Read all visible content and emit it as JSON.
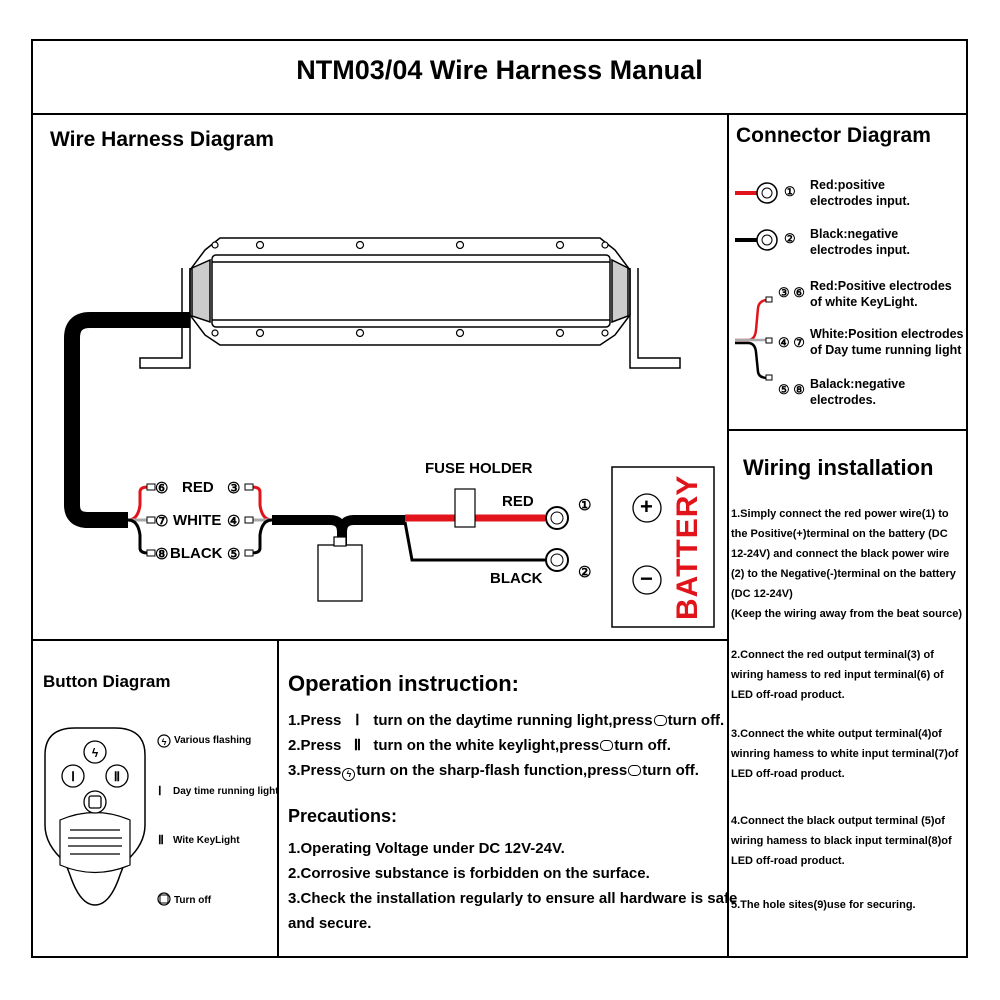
{
  "title": "NTM03/04 Wire Harness Manual",
  "harness": {
    "heading": "Wire Harness Diagram",
    "left_labels": [
      "RED",
      "WHITE",
      "BLACK"
    ],
    "left_nums_a": [
      "⑥",
      "⑦",
      "⑧"
    ],
    "left_nums_b": [
      "③",
      "④",
      "⑤"
    ],
    "fuse_holder": "FUSE HOLDER",
    "red": "RED",
    "black": "BLACK",
    "num1": "①",
    "num2": "②",
    "battery": "BATTERY",
    "plus": "+",
    "minus": "−"
  },
  "connector": {
    "heading": "Connector Diagram",
    "items": [
      {
        "num": "①",
        "line1": "Red:positive",
        "line2": "electrodes input."
      },
      {
        "num": "②",
        "line1": "Black:negative",
        "line2": "electrodes input."
      },
      {
        "num": "③ ⑥",
        "line1": "Red:Positive electrodes",
        "line2": "of white KeyLight."
      },
      {
        "num": "④ ⑦",
        "line1": "White:Position electrodes",
        "line2": "of Day tume running light"
      },
      {
        "num": "⑤ ⑧",
        "line1": "Balack:negative",
        "line2": "electrodes."
      }
    ],
    "colors": {
      "red": "#e0141a",
      "black": "#000000"
    }
  },
  "wiring": {
    "heading": "Wiring installation",
    "steps": [
      [
        "1.Simply connect the red power wire(1) to",
        "the Positive(+)terminal on the battery (DC",
        "12-24V) and connect the black power wire",
        "(2) to the Negative(-)terminal on the battery",
        "(DC 12-24V)",
        "(Keep the wiring away from the beat source)"
      ],
      [
        "2.Connect the red output terminal(3) of",
        "wiring hamess to red input terminal(6) of",
        "LED off-road product."
      ],
      [
        "3.Connect the white output terminal(4)of",
        "winring hamess to white input terminal(7)of",
        "LED off-road product."
      ],
      [
        "4.Connect the black output terminal (5)of",
        "wiring hamess to black input terminal(8)of",
        "LED off-road product."
      ],
      [
        "5.The hole sites(9)use for securing."
      ]
    ]
  },
  "button": {
    "heading": "Button Diagram",
    "legend": [
      {
        "icon": "flash-icon",
        "text": "Various flashing"
      },
      {
        "icon": "roman-one-icon",
        "symbol": "Ⅰ",
        "text": "Day time running light"
      },
      {
        "icon": "roman-two-icon",
        "symbol": "Ⅱ",
        "text": "Wite KeyLight"
      },
      {
        "icon": "power-off-icon",
        "text": "Turn off"
      }
    ]
  },
  "operation": {
    "heading": "Operation instruction:",
    "lines": [
      {
        "pre": "1.Press",
        "sym": "Ⅰ",
        "post": "turn on the daytime running light,press",
        "end": "turn off."
      },
      {
        "pre": "2.Press",
        "sym": "Ⅱ",
        "post": "turn on the white keylight,press",
        "end": "turn off."
      },
      {
        "pre": "3.Press",
        "sym": "",
        "post": "turn on the sharp-flash function,press",
        "end": "turn off."
      }
    ]
  },
  "precautions": {
    "heading": "Precautions:",
    "lines": [
      "1.Operating Voltage under DC 12V-24V.",
      "2.Corrosive substance is forbidden on the surface.",
      "3.Check the installation regularly to ensure all hardware is safe",
      "and secure."
    ]
  }
}
